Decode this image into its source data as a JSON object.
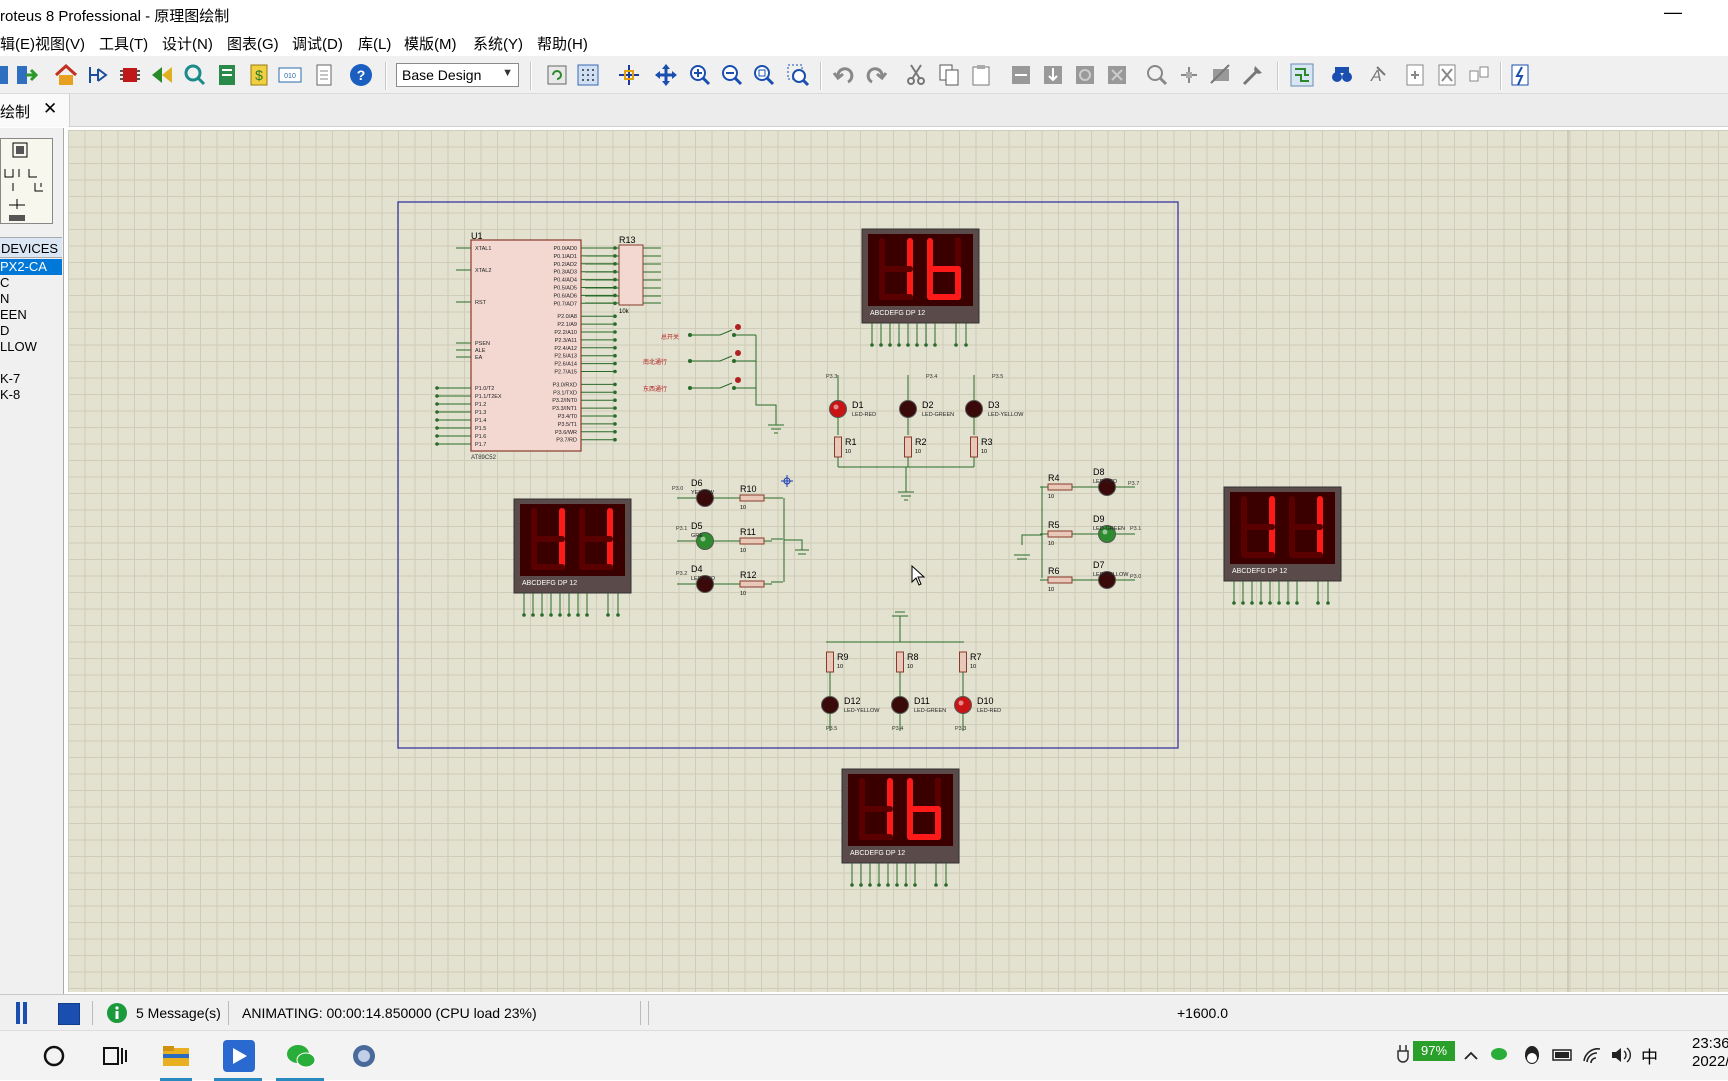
{
  "window": {
    "title": "roteus 8 Professional - 原理图绘制",
    "minimize": "—"
  },
  "menu": [
    "辑(E)",
    "视图(V)",
    "工具(T)",
    "设计(N)",
    "图表(G)",
    "调试(D)",
    "库(L)",
    "模版(M)",
    "系统(Y)",
    "帮助(H)"
  ],
  "toolbar": {
    "design_select": "Base Design"
  },
  "tab": {
    "label": "绘制",
    "close": "✕"
  },
  "devices": {
    "header": "DEVICES",
    "items": [
      "PX2-CA",
      "C",
      "N",
      "EEN",
      "D",
      "LLOW",
      "",
      "K-7",
      "K-8"
    ],
    "selected_index": 0
  },
  "schematic": {
    "mcu": {
      "ref": "U1",
      "part": "AT89C52",
      "pins_left": [
        "XTAL1",
        "XTAL2",
        "RST",
        "PSEN",
        "ALE",
        "EA",
        "P1.0/T2",
        "P1.1/T2EX",
        "P1.2",
        "P1.3",
        "P1.4",
        "P1.5",
        "P1.6",
        "P1.7"
      ],
      "pins_right": [
        "P0.0/AD0",
        "P0.1/AD1",
        "P0.2/AD2",
        "P0.3/AD3",
        "P0.4/AD4",
        "P0.5/AD5",
        "P0.6/AD6",
        "P0.7/AD7",
        "P2.0/A8",
        "P2.1/A9",
        "P2.2/A10",
        "P2.3/A11",
        "P2.4/A12",
        "P2.5/A13",
        "P2.6/A14",
        "P2.7/A15",
        "P3.0/RXD",
        "P3.1/TXD",
        "P3.2/INT0",
        "P3.3/INT1",
        "P3.4/T0",
        "P3.5/T1",
        "P3.6/WR",
        "P3.7/RD"
      ]
    },
    "rpack": {
      "ref": "R13",
      "value": "10k"
    },
    "switches": [
      {
        "label": "总开关",
        "net": "P2.0"
      },
      {
        "label": "南北通行",
        "net": "P2.6"
      },
      {
        "label": "东西通行",
        "net": "P2.7"
      }
    ],
    "displays": [
      {
        "digits": "16",
        "label": "ABCDEFG  DP     12"
      },
      {
        "digits": "11",
        "label": "ABCDEFG  DP     12"
      },
      {
        "digits": "11",
        "label": "ABCDEFG  DP     12"
      },
      {
        "digits": "16",
        "label": "ABCDEFG  DP     12"
      }
    ],
    "leds": [
      {
        "ref": "D1",
        "type": "LED-RED",
        "on": true,
        "color": "#c81414"
      },
      {
        "ref": "D2",
        "type": "LED-GREEN",
        "on": false,
        "color": "#3a0a0a"
      },
      {
        "ref": "D3",
        "type": "LED-YELLOW",
        "on": false,
        "color": "#3a0a0a"
      },
      {
        "ref": "D6",
        "type": "YELLOW",
        "on": false,
        "color": "#3a0a0a"
      },
      {
        "ref": "D5",
        "type": "GRE",
        "on": true,
        "color": "#2e8b2e"
      },
      {
        "ref": "D4",
        "type": "LED-RED",
        "on": false,
        "color": "#3a0a0a"
      },
      {
        "ref": "D8",
        "type": "LED-RED",
        "on": false,
        "color": "#3a0a0a"
      },
      {
        "ref": "D9",
        "type": "LED-GREEN",
        "on": true,
        "color": "#2e8b2e"
      },
      {
        "ref": "D7",
        "type": "LED-YELLOW",
        "on": false,
        "color": "#3a0a0a"
      },
      {
        "ref": "D12",
        "type": "LED-YELLOW",
        "on": false,
        "color": "#3a0a0a"
      },
      {
        "ref": "D11",
        "type": "LED-GREEN",
        "on": false,
        "color": "#3a0a0a"
      },
      {
        "ref": "D10",
        "type": "LED-RED",
        "on": true,
        "color": "#c81414"
      }
    ],
    "resistors": [
      "R1",
      "R2",
      "R3",
      "R10",
      "R11",
      "R12",
      "R4",
      "R5",
      "R6",
      "R9",
      "R8",
      "R7"
    ],
    "resistor_value": "10",
    "nets": [
      "P3.3",
      "P3.4",
      "P3.5",
      "P3.0",
      "P3.1",
      "P3.2",
      "P3.7",
      "P3.1",
      "P3.0",
      "P3.5",
      "P3.4",
      "P3.3"
    ]
  },
  "status": {
    "messages": "5 Message(s)",
    "animation": "ANIMATING: 00:00:14.850000 (CPU load 23%)",
    "coords": "+1600.0"
  },
  "taskbar": {
    "battery": "97%",
    "ime": "中",
    "time": "23:36",
    "date": "2022/10"
  }
}
